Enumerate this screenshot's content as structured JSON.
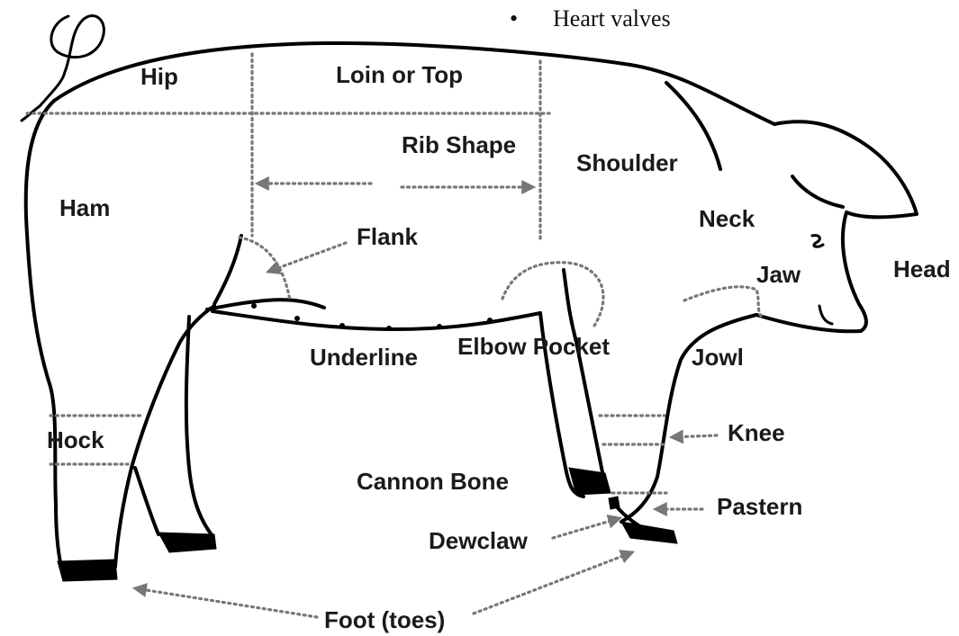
{
  "bullet": {
    "symbol": "•",
    "text": "Heart valves"
  },
  "labels": {
    "hip": "Hip",
    "loin": "Loin or Top",
    "rib_shape": "Rib Shape",
    "shoulder": "Shoulder",
    "ham": "Ham",
    "flank": "Flank",
    "neck": "Neck",
    "head": "Head",
    "jaw": "Jaw",
    "underline": "Underline",
    "elbow_pocket": "Elbow Pocket",
    "jowl": "Jowl",
    "hock": "Hock",
    "knee": "Knee",
    "cannon_bone": "Cannon Bone",
    "pastern": "Pastern",
    "dewclaw": "Dewclaw",
    "foot": "Foot (toes)"
  }
}
